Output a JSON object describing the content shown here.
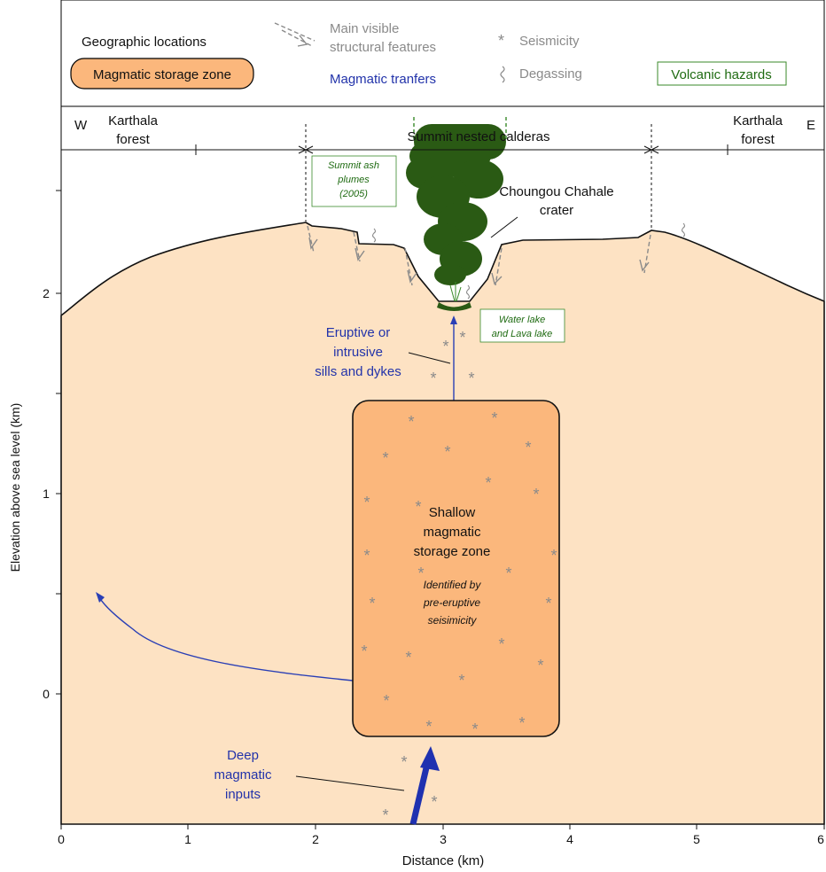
{
  "legend": {
    "geographic_locations": "Geographic locations",
    "magmatic_storage_zone": "Magmatic storage zone",
    "structural_features": [
      "Main visible",
      "structural features"
    ],
    "magmatic_transfers": "Magmatic tranfers",
    "seismicity": "Seismicity",
    "degassing": "Degassing",
    "volcanic_hazards": "Volcanic hazards"
  },
  "locations": {
    "west": "W",
    "east": "E",
    "karthala_forest_west": [
      "Karthala",
      "forest"
    ],
    "summit_calderas": "Summit nested calderas",
    "karthala_forest_east": [
      "Karthala",
      "forest"
    ]
  },
  "annotations": {
    "ash_plumes": [
      "Summit ash",
      "plumes",
      "(2005)"
    ],
    "crater": [
      "Choungou Chahale",
      "crater"
    ],
    "lakes": [
      "Water lake",
      "and Lava lake"
    ],
    "sills": [
      "Eruptive or",
      "intrusive",
      "sills and dykes"
    ],
    "storage": [
      "Shallow",
      "magmatic",
      "storage zone"
    ],
    "storage_note": [
      "Identified by",
      "pre-eruptive",
      "seisimicity"
    ],
    "deep": [
      "Deep",
      "magmatic",
      "inputs"
    ]
  },
  "axes": {
    "x_label": "Distance (km)",
    "y_label": "Elevation above sea level (km)",
    "x_ticks": [
      "0",
      "1",
      "2",
      "3",
      "4",
      "5",
      "6"
    ],
    "y_ticks": [
      "0",
      "1",
      "2"
    ]
  },
  "colors": {
    "edifice": "#fde2c3",
    "storage": "#fbb77c",
    "plume": "#2a5a14",
    "transfer": "#2a3fb5",
    "seismicity": "#8a8a8a"
  }
}
